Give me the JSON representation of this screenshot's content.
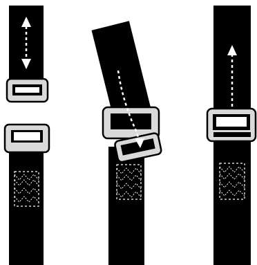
{
  "title": "",
  "colors": {
    "strap": "#000000",
    "buckle_fill": "#d9d9d9",
    "buckle_stroke": "#000000",
    "slot": "#000000",
    "stitch": "#ffffff",
    "arrow": "#ffffff",
    "background": "#ffffff"
  },
  "panels": [
    {
      "id": "step-1",
      "icons": [
        "strap-icon",
        "buckle-icon",
        "double-arrow-icon",
        "stitched-patch-icon"
      ],
      "motion": "up-down"
    },
    {
      "id": "step-2",
      "icons": [
        "strap-icon",
        "buckle-icon",
        "threading-arrow-icon",
        "stitched-patch-icon"
      ],
      "motion": "thread-through-buckle"
    },
    {
      "id": "step-3",
      "icons": [
        "strap-icon",
        "buckle-icon",
        "up-arrow-icon",
        "stitched-patch-icon"
      ],
      "motion": "pull-up"
    }
  ]
}
